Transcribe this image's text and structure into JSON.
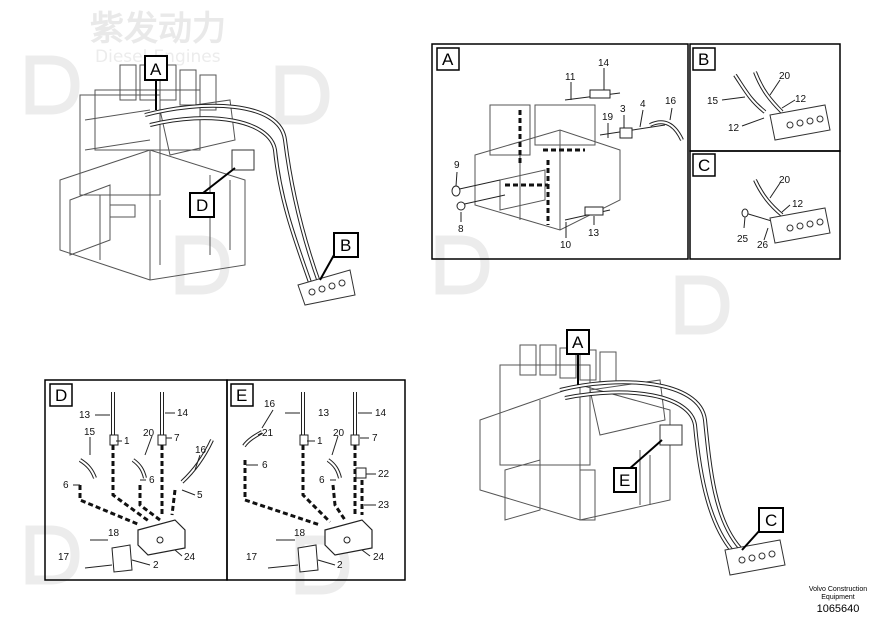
{
  "watermark": {
    "brand": "紫发动力",
    "sub": "Diesel-Engines"
  },
  "callouts": {
    "a_main": "A",
    "d_main": "D",
    "b_main": "B",
    "a_detail": "A",
    "b_detail": "B",
    "c_detail": "C",
    "d_detail": "D",
    "e_detail": "E",
    "a_second": "A",
    "e_second": "E",
    "c_second": "C"
  },
  "detail_a_labels": {
    "l14": "14",
    "l11": "11",
    "l3": "3",
    "l4": "4",
    "l16": "16",
    "l19": "19",
    "l9": "9",
    "l8": "8",
    "l10": "10",
    "l13": "13"
  },
  "detail_b_labels": {
    "l20": "20",
    "l15": "15",
    "l12a": "12",
    "l12b": "12"
  },
  "detail_c_labels": {
    "l20": "20",
    "l12": "12",
    "l25": "25",
    "l26": "26"
  },
  "detail_d_labels": {
    "l13": "13",
    "l14": "14",
    "l15": "15",
    "l1": "1",
    "l20": "20",
    "l7": "7",
    "l16": "16",
    "l6a": "6",
    "l6b": "6",
    "l5": "5",
    "l18": "18",
    "l17": "17",
    "l2": "2",
    "l24": "24"
  },
  "detail_e_labels": {
    "l16": "16",
    "l13": "13",
    "l14": "14",
    "l21": "21",
    "l1": "1",
    "l20": "20",
    "l7": "7",
    "l6a": "6",
    "l6b": "6",
    "l22": "22",
    "l23": "23",
    "l18": "18",
    "l17": "17",
    "l2": "2",
    "l24": "24"
  },
  "footer": {
    "line1": "Volvo Construction",
    "line2": "Equipment",
    "doc_number": "1065640"
  }
}
